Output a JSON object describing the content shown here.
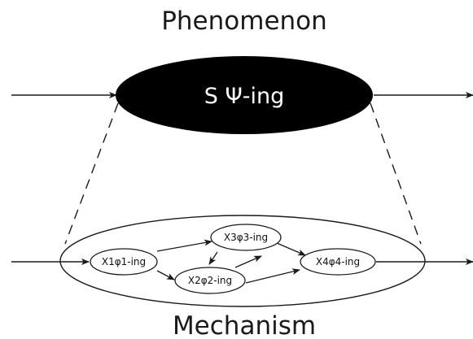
{
  "phenomenon": {
    "title": "Phenomenon",
    "label": "S Ψ-ing"
  },
  "mechanism": {
    "title": "Mechanism",
    "nodes": [
      {
        "id": "x1",
        "label": "X1φ1-ing"
      },
      {
        "id": "x2",
        "label": "X2φ2-ing"
      },
      {
        "id": "x3",
        "label": "X3φ3-ing"
      },
      {
        "id": "x4",
        "label": "X4φ4-ing"
      }
    ]
  },
  "colors": {
    "line": "#1a1a1a",
    "phenomenon_fill": "#000000",
    "phenomenon_text": "#ffffff",
    "background": "#ffffff"
  }
}
